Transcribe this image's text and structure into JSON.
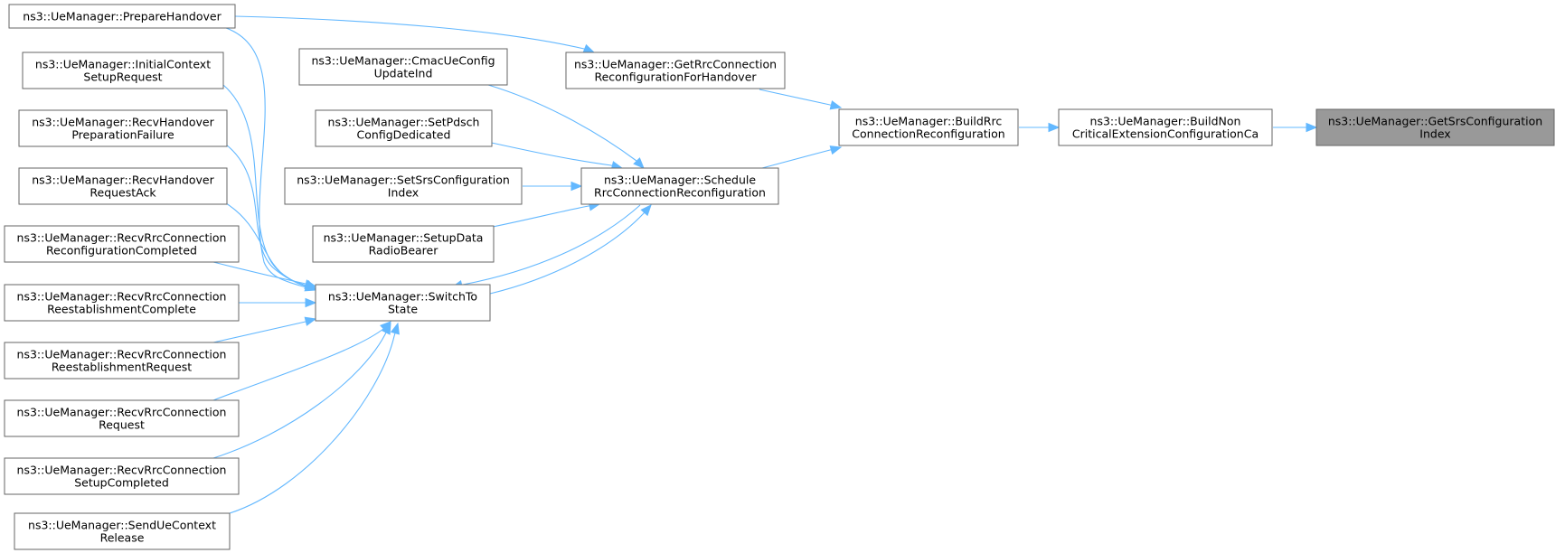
{
  "graph": {
    "nodes": [
      {
        "id": "getsrs",
        "lines": [
          "ns3::UeManager::GetSrsConfiguration",
          "Index"
        ],
        "root": true
      },
      {
        "id": "buildnon",
        "lines": [
          "ns3::UeManager::BuildNon",
          "CriticalExtensionConfigurationCa"
        ]
      },
      {
        "id": "buildrrc",
        "lines": [
          "ns3::UeManager::BuildRrc",
          "ConnectionReconfiguration"
        ]
      },
      {
        "id": "getrrc",
        "lines": [
          "ns3::UeManager::GetRrcConnection",
          "ReconfigurationForHandover"
        ]
      },
      {
        "id": "schedule",
        "lines": [
          "ns3::UeManager::Schedule",
          "RrcConnectionReconfiguration"
        ]
      },
      {
        "id": "prepare",
        "lines": [
          "ns3::UeManager::PrepareHandover"
        ]
      },
      {
        "id": "cmac",
        "lines": [
          "ns3::UeManager::CmacUeConfig",
          "UpdateInd"
        ]
      },
      {
        "id": "setpdsch",
        "lines": [
          "ns3::UeManager::SetPdsch",
          "ConfigDedicated"
        ]
      },
      {
        "id": "setsrs",
        "lines": [
          "ns3::UeManager::SetSrsConfiguration",
          "Index"
        ]
      },
      {
        "id": "setupdata",
        "lines": [
          "ns3::UeManager::SetupData",
          "RadioBearer"
        ]
      },
      {
        "id": "switchto",
        "lines": [
          "ns3::UeManager::SwitchTo",
          "State"
        ]
      },
      {
        "id": "initialctx",
        "lines": [
          "ns3::UeManager::InitialContext",
          "SetupRequest"
        ]
      },
      {
        "id": "hofail",
        "lines": [
          "ns3::UeManager::RecvHandover",
          "PreparationFailure"
        ]
      },
      {
        "id": "hoack",
        "lines": [
          "ns3::UeManager::RecvHandover",
          "RequestAck"
        ]
      },
      {
        "id": "reconfdone",
        "lines": [
          "ns3::UeManager::RecvRrcConnection",
          "ReconfigurationCompleted"
        ]
      },
      {
        "id": "reestdone",
        "lines": [
          "ns3::UeManager::RecvRrcConnection",
          "ReestablishmentComplete"
        ]
      },
      {
        "id": "reestreq",
        "lines": [
          "ns3::UeManager::RecvRrcConnection",
          "ReestablishmentRequest"
        ]
      },
      {
        "id": "connreq",
        "lines": [
          "ns3::UeManager::RecvRrcConnection",
          "Request"
        ]
      },
      {
        "id": "setupdone",
        "lines": [
          "ns3::UeManager::RecvRrcConnection",
          "SetupCompleted"
        ]
      },
      {
        "id": "sendctx",
        "lines": [
          "ns3::UeManager::SendUeContext",
          "Release"
        ]
      }
    ],
    "edges": [
      {
        "from": "buildnon",
        "to": "getsrs"
      },
      {
        "from": "buildrrc",
        "to": "buildnon"
      },
      {
        "from": "getrrc",
        "to": "buildrrc"
      },
      {
        "from": "schedule",
        "to": "buildrrc"
      },
      {
        "from": "prepare",
        "to": "getrrc"
      },
      {
        "from": "cmac",
        "to": "schedule"
      },
      {
        "from": "setpdsch",
        "to": "schedule"
      },
      {
        "from": "setsrs",
        "to": "schedule"
      },
      {
        "from": "setupdata",
        "to": "schedule"
      },
      {
        "from": "switchto",
        "to": "schedule"
      },
      {
        "from": "schedule",
        "to": "switchto"
      },
      {
        "from": "prepare",
        "to": "switchto"
      },
      {
        "from": "initialctx",
        "to": "switchto"
      },
      {
        "from": "hofail",
        "to": "switchto"
      },
      {
        "from": "hoack",
        "to": "switchto"
      },
      {
        "from": "reconfdone",
        "to": "switchto"
      },
      {
        "from": "reestdone",
        "to": "switchto"
      },
      {
        "from": "reestreq",
        "to": "switchto"
      },
      {
        "from": "connreq",
        "to": "switchto"
      },
      {
        "from": "setupdone",
        "to": "switchto"
      },
      {
        "from": "sendctx",
        "to": "switchto"
      }
    ]
  }
}
